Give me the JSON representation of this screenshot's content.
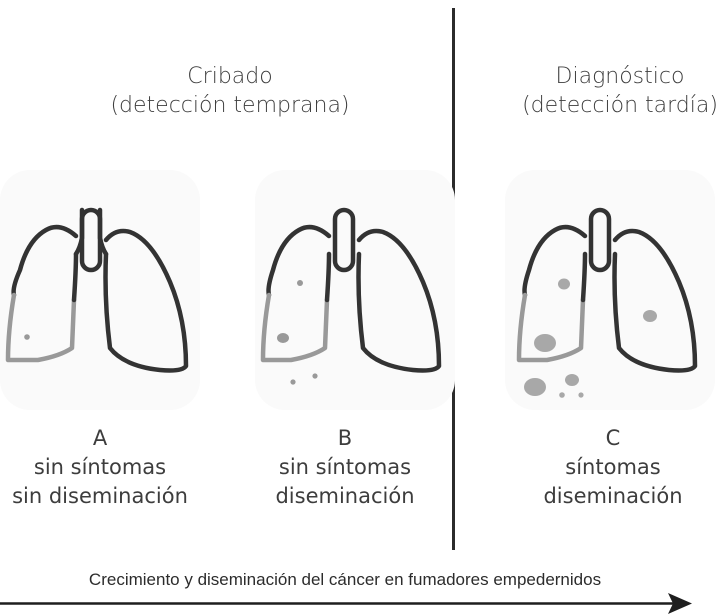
{
  "headings": {
    "screening": {
      "line1": "Cribado",
      "line2": "(detección temprana)"
    },
    "diagnosis": {
      "line1": "Diagnóstico",
      "line2": "(detección tardía)"
    }
  },
  "panels": [
    {
      "letter": "A",
      "line1": "sin síntomas",
      "line2": "sin diseminación"
    },
    {
      "letter": "B",
      "line1": "sin síntomas",
      "line2": "diseminación"
    },
    {
      "letter": "C",
      "line1": "síntomas",
      "line2": "diseminación"
    }
  ],
  "footer": {
    "label": "Crecimiento y diseminación del cáncer en fumadores empedernidos"
  },
  "colors": {
    "outline": "#333333",
    "affected": "#9a9a9a",
    "tumor": "#a8a8a8",
    "divider": "#2b2b2b"
  }
}
